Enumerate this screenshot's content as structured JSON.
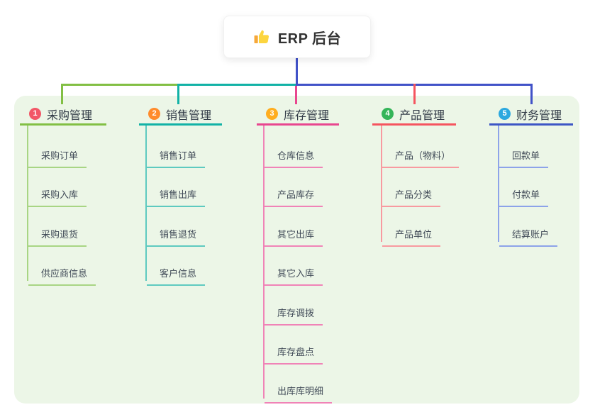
{
  "root": {
    "label": "ERP 后台",
    "icon": "thumbs-up-icon"
  },
  "colors": {
    "panel_bg": "#ecf6e7",
    "trunk": "#4152c8",
    "root_text": "#333333",
    "header_text": "#333c48",
    "child_text": "#414b58",
    "card_bg": "#ffffff"
  },
  "branches": [
    {
      "number": "1",
      "label": "采购管理",
      "badge_color": "#f25767",
      "line_color": "#82bf44",
      "child_line_color": "#a8d584",
      "children": [
        "采购订单",
        "采购入库",
        "采购退货",
        "供应商信息"
      ]
    },
    {
      "number": "2",
      "label": "销售管理",
      "badge_color": "#ff8b2c",
      "line_color": "#12b2a6",
      "child_line_color": "#5ecac0",
      "children": [
        "销售订单",
        "销售出库",
        "销售退货",
        "客户信息"
      ]
    },
    {
      "number": "3",
      "label": "库存管理",
      "badge_color": "#ffad1f",
      "line_color": "#e8468f",
      "child_line_color": "#f083b7",
      "children": [
        "仓库信息",
        "产品库存",
        "其它出库",
        "其它入库",
        "库存调拨",
        "库存盘点",
        "出库库明细"
      ]
    },
    {
      "number": "4",
      "label": "产品管理",
      "badge_color": "#34b559",
      "line_color": "#f5545f",
      "child_line_color": "#f89aa0",
      "children": [
        "产品（物料）",
        "产品分类",
        "产品单位"
      ]
    },
    {
      "number": "5",
      "label": "财务管理",
      "badge_color": "#2ba8df",
      "line_color": "#3d56c5",
      "child_line_color": "#8da3e9",
      "children": [
        "回款单",
        "付款单",
        "结算账户"
      ]
    }
  ]
}
